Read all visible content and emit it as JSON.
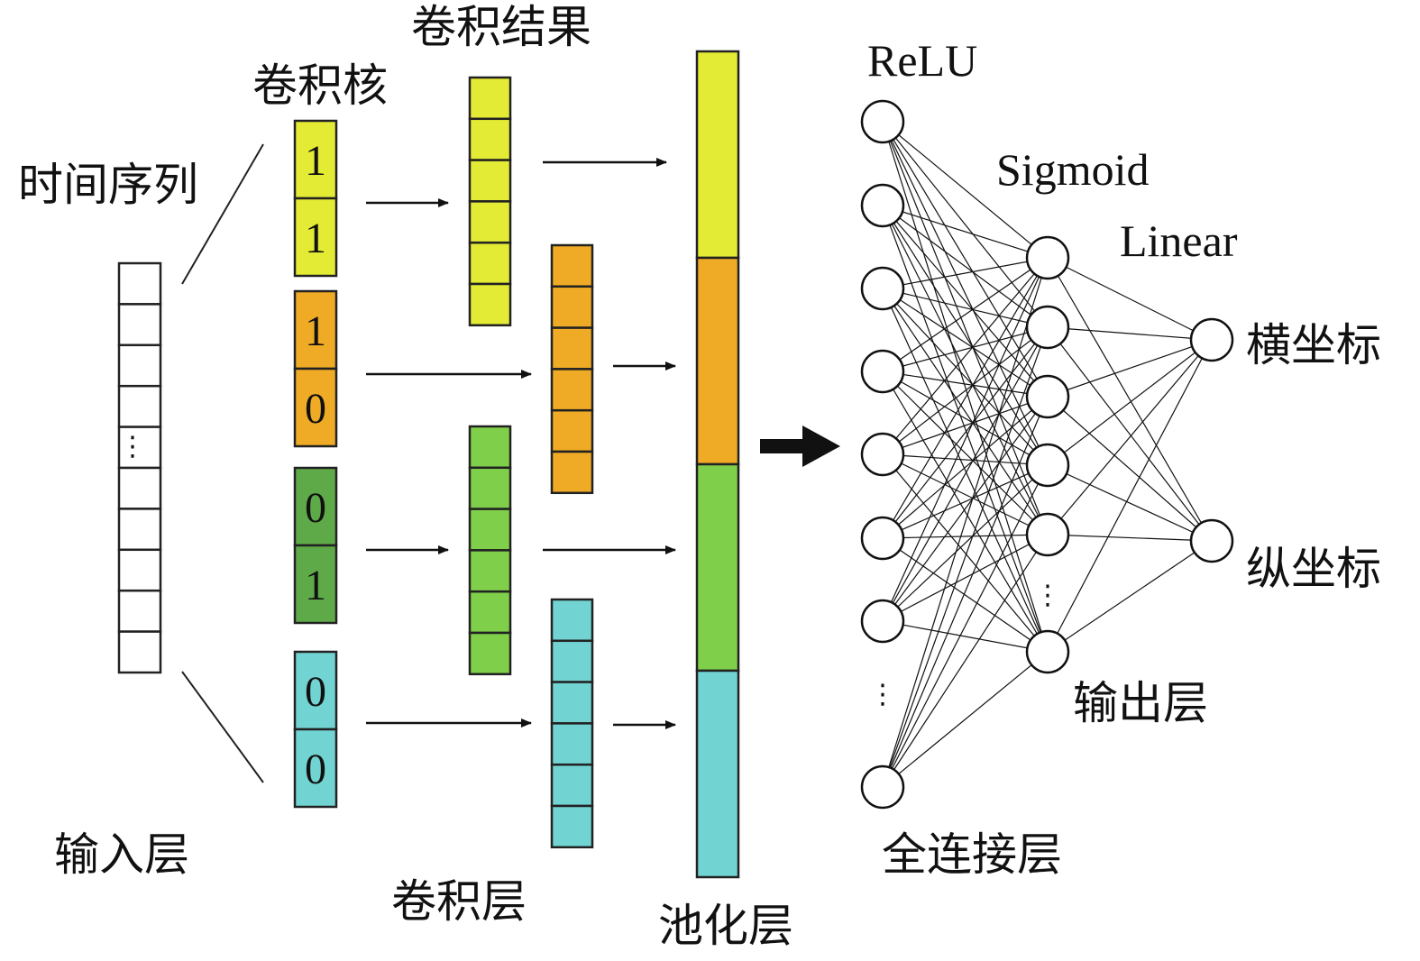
{
  "labels": {
    "time_series": "时间序列",
    "input_layer": "输入层",
    "conv_kernel": "卷积核",
    "conv_result": "卷积结果",
    "conv_layer": "卷积层",
    "pool_layer": "池化层",
    "relu": "ReLU",
    "sigmoid": "Sigmoid",
    "linear": "Linear",
    "x_coord": "横坐标",
    "y_coord": "纵坐标",
    "output_layer": "输出层",
    "fc_layer": "全连接层"
  },
  "kernels": [
    {
      "values": [
        "1",
        "1"
      ],
      "color": "#e4eb34"
    },
    {
      "values": [
        "1",
        "0"
      ],
      "color": "#efab25"
    },
    {
      "values": [
        "0",
        "1"
      ],
      "color": "#5faa48"
    },
    {
      "values": [
        "0",
        "0"
      ],
      "color": "#72d3d3"
    }
  ],
  "conv_results": [
    {
      "cells": 6,
      "color": "#e4eb34"
    },
    {
      "cells": 6,
      "color": "#efab25"
    },
    {
      "cells": 6,
      "color": "#7fcf4a"
    },
    {
      "cells": 6,
      "color": "#72d3d3"
    }
  ],
  "pool_colors": [
    "#e4eb34",
    "#efab25",
    "#7fcf4a",
    "#72d3d3"
  ],
  "input_cells": 10,
  "ellipsis": "⋮",
  "network": {
    "fc_nodes": 8,
    "hidden_nodes": 6,
    "output_nodes": 2
  }
}
